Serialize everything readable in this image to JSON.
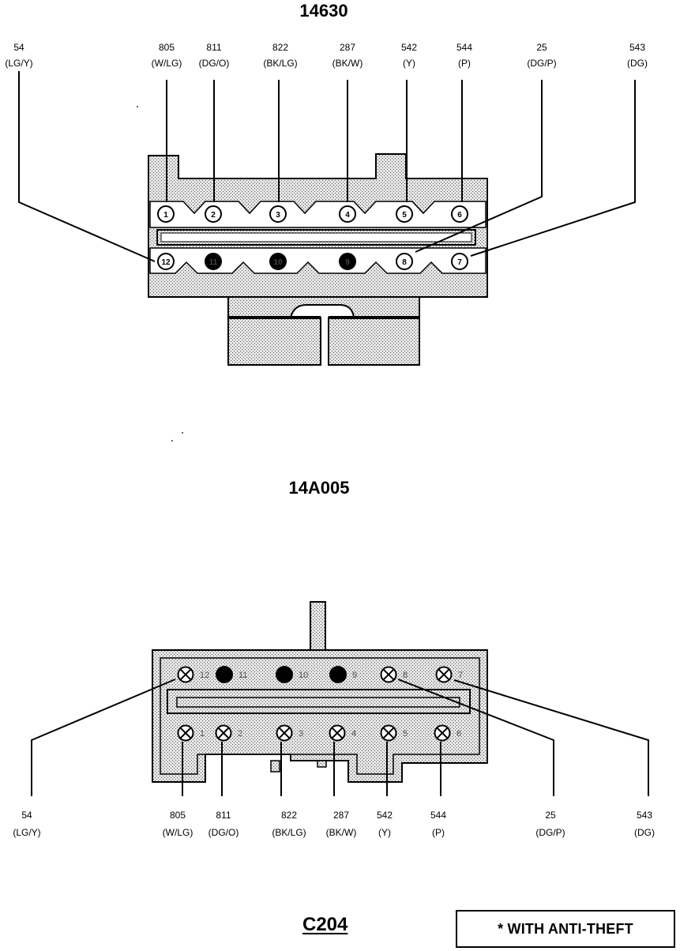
{
  "connectors": {
    "top": {
      "title": "14630",
      "wires": [
        {
          "num": "54",
          "color": "(LG/Y)",
          "pin": "12"
        },
        {
          "num": "805",
          "color": "(W/LG)",
          "pin": "1"
        },
        {
          "num": "811",
          "color": "(DG/O)",
          "pin": "2"
        },
        {
          "num": "822",
          "color": "(BK/LG)",
          "pin": "3"
        },
        {
          "num": "287",
          "color": "(BK/W)",
          "pin": "4"
        },
        {
          "num": "542",
          "color": "(Y)",
          "pin": "5"
        },
        {
          "num": "544",
          "color": "(P)",
          "pin": "6"
        },
        {
          "num": "25",
          "color": "(DG/P)",
          "pin": "8"
        },
        {
          "num": "543",
          "color": "(DG)",
          "pin": "7"
        }
      ],
      "pins": [
        {
          "label": "1",
          "filled": false
        },
        {
          "label": "2",
          "filled": false
        },
        {
          "label": "3",
          "filled": false
        },
        {
          "label": "4",
          "filled": false
        },
        {
          "label": "5",
          "filled": false
        },
        {
          "label": "6",
          "filled": false
        },
        {
          "label": "12",
          "filled": false
        },
        {
          "label": "11",
          "filled": true
        },
        {
          "label": "10",
          "filled": true
        },
        {
          "label": "9",
          "filled": true
        },
        {
          "label": "8",
          "filled": false
        },
        {
          "label": "7",
          "filled": false
        }
      ]
    },
    "bottom": {
      "title": "14A005",
      "wires": [
        {
          "num": "54",
          "color": "(LG/Y)",
          "pin": "12"
        },
        {
          "num": "805",
          "color": "(W/LG)",
          "pin": "1"
        },
        {
          "num": "811",
          "color": "(DG/O)",
          "pin": "2"
        },
        {
          "num": "822",
          "color": "(BK/LG)",
          "pin": "3"
        },
        {
          "num": "287",
          "color": "(BK/W)",
          "pin": "4"
        },
        {
          "num": "542",
          "color": "(Y)",
          "pin": "5"
        },
        {
          "num": "544",
          "color": "(P)",
          "pin": "6"
        },
        {
          "num": "25",
          "color": "(DG/P)",
          "pin": "8"
        },
        {
          "num": "543",
          "color": "(DG)",
          "pin": "7"
        }
      ],
      "pins": [
        {
          "label": "12",
          "filled": false
        },
        {
          "label": "11",
          "filled": true
        },
        {
          "label": "10",
          "filled": true
        },
        {
          "label": "9",
          "filled": true
        },
        {
          "label": "8",
          "filled": false
        },
        {
          "label": "7",
          "filled": false
        },
        {
          "label": "1",
          "filled": false
        },
        {
          "label": "2",
          "filled": false
        },
        {
          "label": "3",
          "filled": false
        },
        {
          "label": "4",
          "filled": false
        },
        {
          "label": "5",
          "filled": false
        },
        {
          "label": "6",
          "filled": false
        }
      ]
    }
  },
  "connector_id": "C204",
  "note": "* WITH ANTI-THEFT"
}
